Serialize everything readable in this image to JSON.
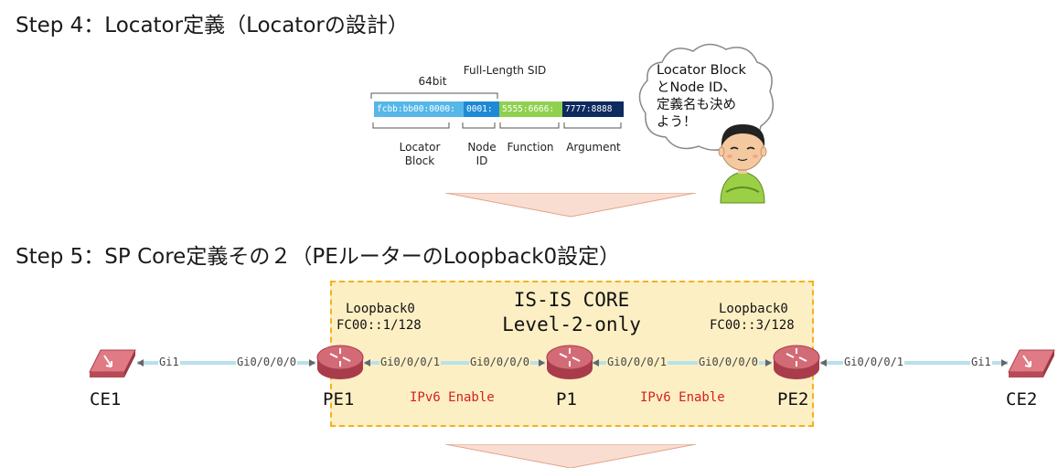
{
  "step4": {
    "title": "Step 4：Locator定義（Locatorの設計）"
  },
  "sid": {
    "header": "Full-Length SID",
    "bits": "64bit",
    "segments": [
      {
        "text": "fcbb:bb00:0000:",
        "color": "#56b7e8"
      },
      {
        "text": "0001:",
        "color": "#1e8ad6"
      },
      {
        "text": "5555:6666:",
        "color": "#8fd14f"
      },
      {
        "text": "7777:8888",
        "color": "#0e2a5e"
      }
    ],
    "labels": {
      "locator_block": "Locator\nBlock",
      "node_id": "Node\nID",
      "function": "Function",
      "argument": "Argument"
    }
  },
  "bubble": {
    "text": "Locator Block\nとNode ID、\n定義名も決め\nよう！"
  },
  "step5": {
    "title": "Step 5：SP Core定義その２（PEルーターのLoopback0設定）"
  },
  "core": {
    "title_line1": "IS-IS CORE",
    "title_line2": "Level-2-only",
    "pe1_loopback_name": "Loopback0",
    "pe1_loopback_addr": "FC00::1/128",
    "pe2_loopback_name": "Loopback0",
    "pe2_loopback_addr": "FC00::3/128",
    "ipv6_left": "IPv6 Enable",
    "ipv6_right": "IPv6 Enable"
  },
  "nodes": {
    "ce1": "CE1",
    "pe1": "PE1",
    "p1": "P1",
    "pe2": "PE2",
    "ce2": "CE2"
  },
  "interfaces": {
    "ce1_gi1": "Gi1",
    "pe1_left": "Gi0/0/0/0",
    "pe1_right": "Gi0/0/0/1",
    "p1_left": "Gi0/0/0/0",
    "p1_right": "Gi0/0/0/1",
    "pe2_left": "Gi0/0/0/0",
    "pe2_right": "Gi0/0/0/1",
    "ce2_gi1": "Gi1"
  },
  "colors": {
    "core_fill": "#fdefc4",
    "core_border": "#f2b21c",
    "link": "#b7e1ec",
    "router": "#c8505f",
    "ipv6_text": "#d42020",
    "arrow_fill": "#f9ddd0"
  }
}
